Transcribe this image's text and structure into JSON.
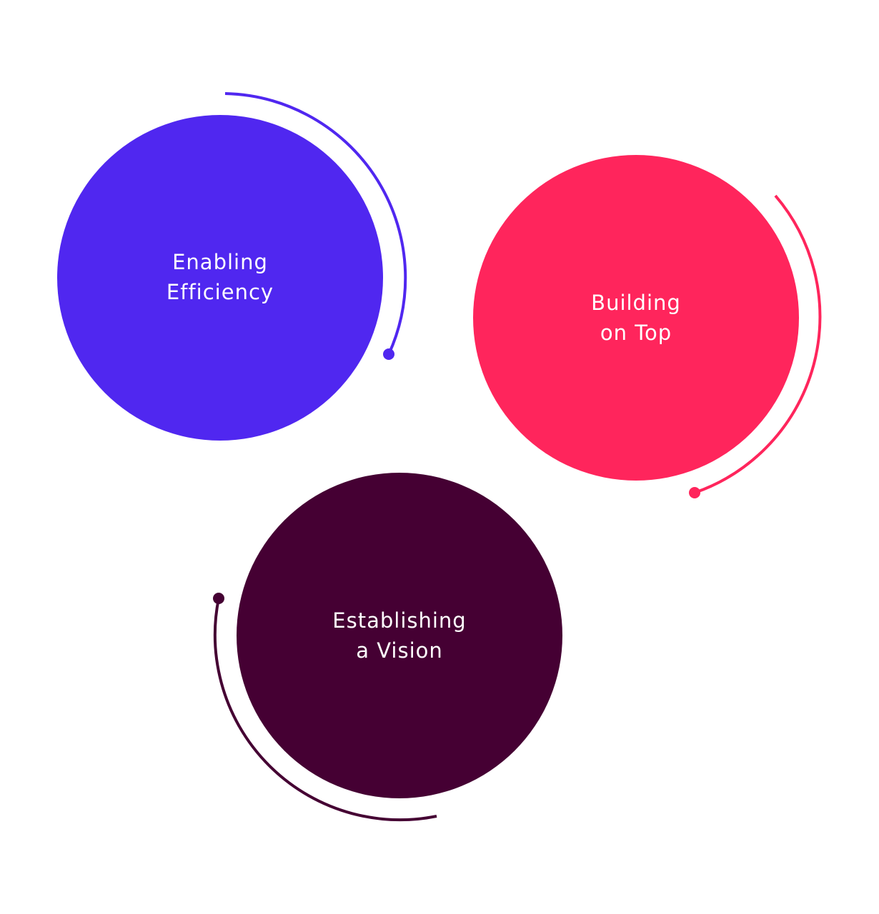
{
  "circles": [
    {
      "id": "enabling-efficiency",
      "line1": "Enabling",
      "line2": "Efficiency",
      "color": "#5027F0"
    },
    {
      "id": "building-on-top",
      "line1": "Building",
      "line2": "on Top",
      "color": "#FF255C"
    },
    {
      "id": "establishing-a-vision",
      "line1": "Establishing",
      "line2": "a Vision",
      "color": "#450033"
    }
  ],
  "background": "#FFFFFF",
  "text_color": "#FFFFFF"
}
